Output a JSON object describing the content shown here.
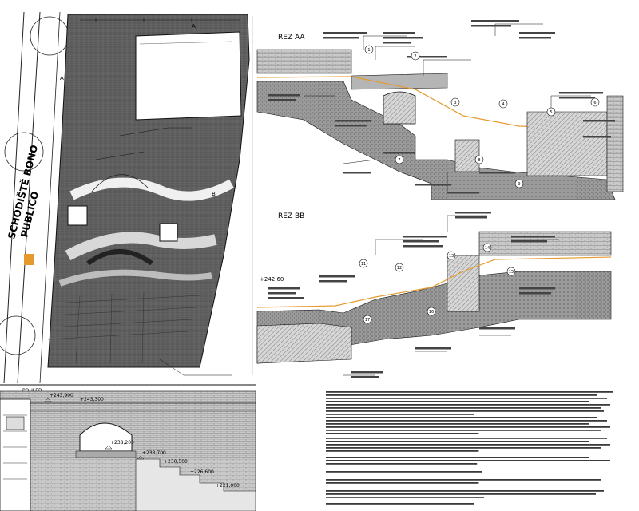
{
  "section_aa": {
    "title": "REZ AA",
    "callouts": [
      "1",
      "2",
      "3",
      "4",
      "5",
      "6",
      "7",
      "8",
      "9"
    ]
  },
  "section_bb": {
    "title": "REZ BB",
    "level": "+242,60",
    "callouts": [
      "11",
      "12",
      "13",
      "14",
      "15",
      "16",
      "17"
    ]
  },
  "site_plan": {
    "street_label_line1": "SCHODIŠTĚ BONO",
    "street_label_line2": "PUBLICO",
    "section_marks": [
      "A",
      "A",
      "B"
    ]
  },
  "elevation": {
    "label": "POHLED",
    "levels": [
      "+243,900",
      "+243,300",
      "+238,200",
      "+233,700",
      "+230,500",
      "+226,600",
      "+221,000"
    ]
  },
  "notes_fill": "#3a3a3a",
  "accent_colors": {
    "orange": "#e59a2e",
    "dark_paving": "#555555",
    "hatch": "#8a8a8a"
  }
}
